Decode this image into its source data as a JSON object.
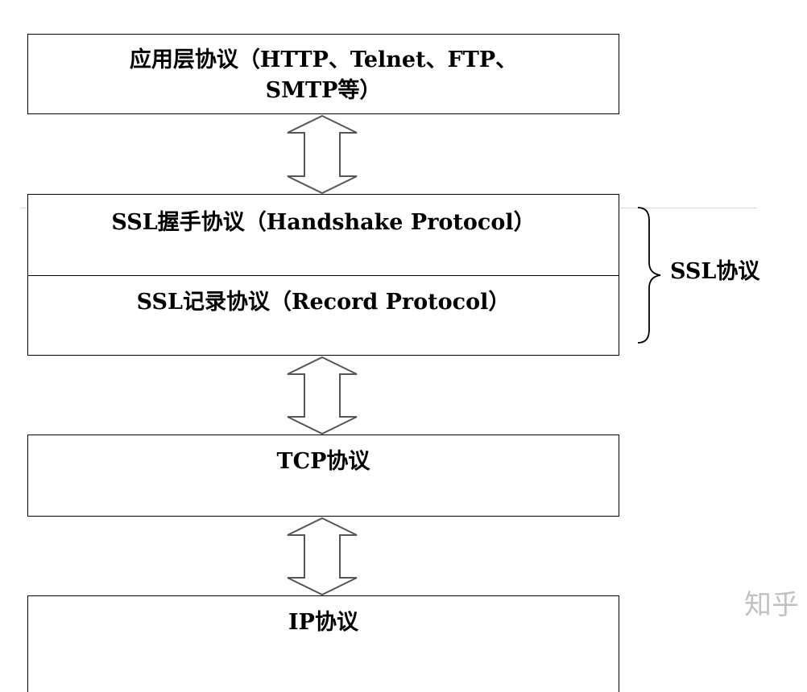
{
  "layers": {
    "application": {
      "line1": "应用层协议（HTTP、Telnet、FTP、",
      "line2": "SMTP等）"
    },
    "ssl": {
      "handshake": "SSL握手协议（Handshake Protocol）",
      "record": "SSL记录协议（Record Protocol）",
      "group_label": "SSL协议"
    },
    "tcp": "TCP协议",
    "ip": "IP协议"
  },
  "watermark": "知乎",
  "colors": {
    "stroke": "#000000",
    "arrow_stroke": "#555555",
    "background": "#ffffff"
  }
}
